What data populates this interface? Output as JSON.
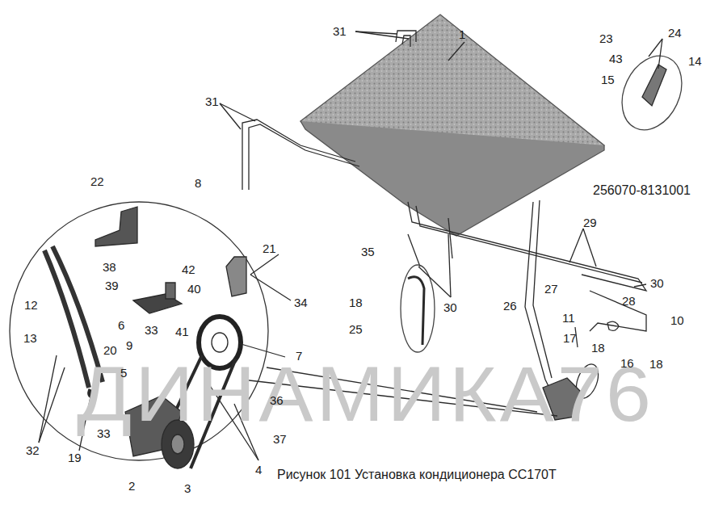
{
  "diagram": {
    "caption": "Рисунок 101 Установка кондиционера СС170Т",
    "labels": [
      "31",
      "1",
      "23",
      "24",
      "43",
      "14",
      "15",
      "31",
      "256070-8131001",
      "22",
      "8",
      "29",
      "21",
      "35",
      "30",
      "38",
      "42",
      "27",
      "39",
      "40",
      "18",
      "34",
      "28",
      "6",
      "30",
      "26",
      "11",
      "10",
      "25",
      "33",
      "41",
      "12",
      "17",
      "18",
      "16",
      "18",
      "13",
      "9",
      "20",
      "7",
      "5",
      "36",
      "32",
      "33",
      "37",
      "19",
      "4",
      "2",
      "3",
      "ДИНАМИКА76"
    ]
  }
}
